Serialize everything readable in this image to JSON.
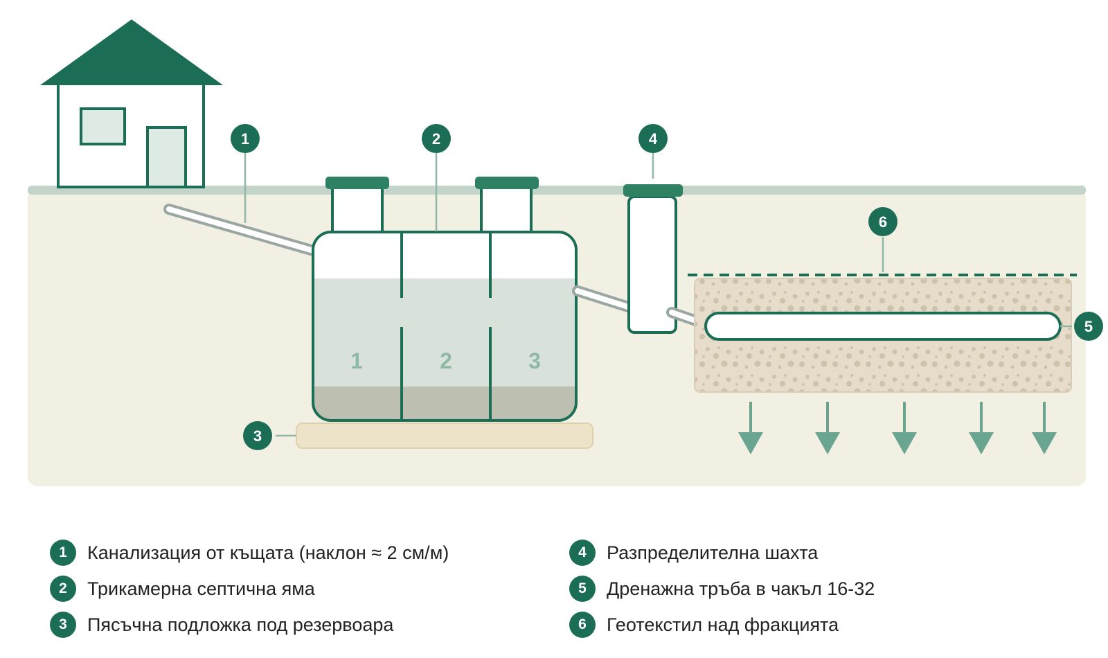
{
  "colors": {
    "primary": "#1b6e55",
    "soil": "#f2efe3",
    "ground_line": "#c3d4c8",
    "water": "#d8e2da",
    "sludge": "#bdbfb0",
    "sand": "#ede3c8",
    "gravel": "#e6dcc9",
    "pipe_gray": "#9aa6a2"
  },
  "diagram": {
    "chambers": [
      "1",
      "2",
      "3"
    ],
    "badges": [
      "1",
      "2",
      "3",
      "4",
      "5",
      "6"
    ]
  },
  "legend": [
    {
      "num": "1",
      "text": "Канализация от къщата (наклон ≈ 2 см/м)"
    },
    {
      "num": "2",
      "text": "Трикамерна септична яма"
    },
    {
      "num": "3",
      "text": "Пясъчна подложка под резервоара"
    },
    {
      "num": "4",
      "text": "Разпределителна шахта"
    },
    {
      "num": "5",
      "text": "Дренажна тръба в чакъл 16-32"
    },
    {
      "num": "6",
      "text": "Геотекстил над фракцията"
    }
  ]
}
